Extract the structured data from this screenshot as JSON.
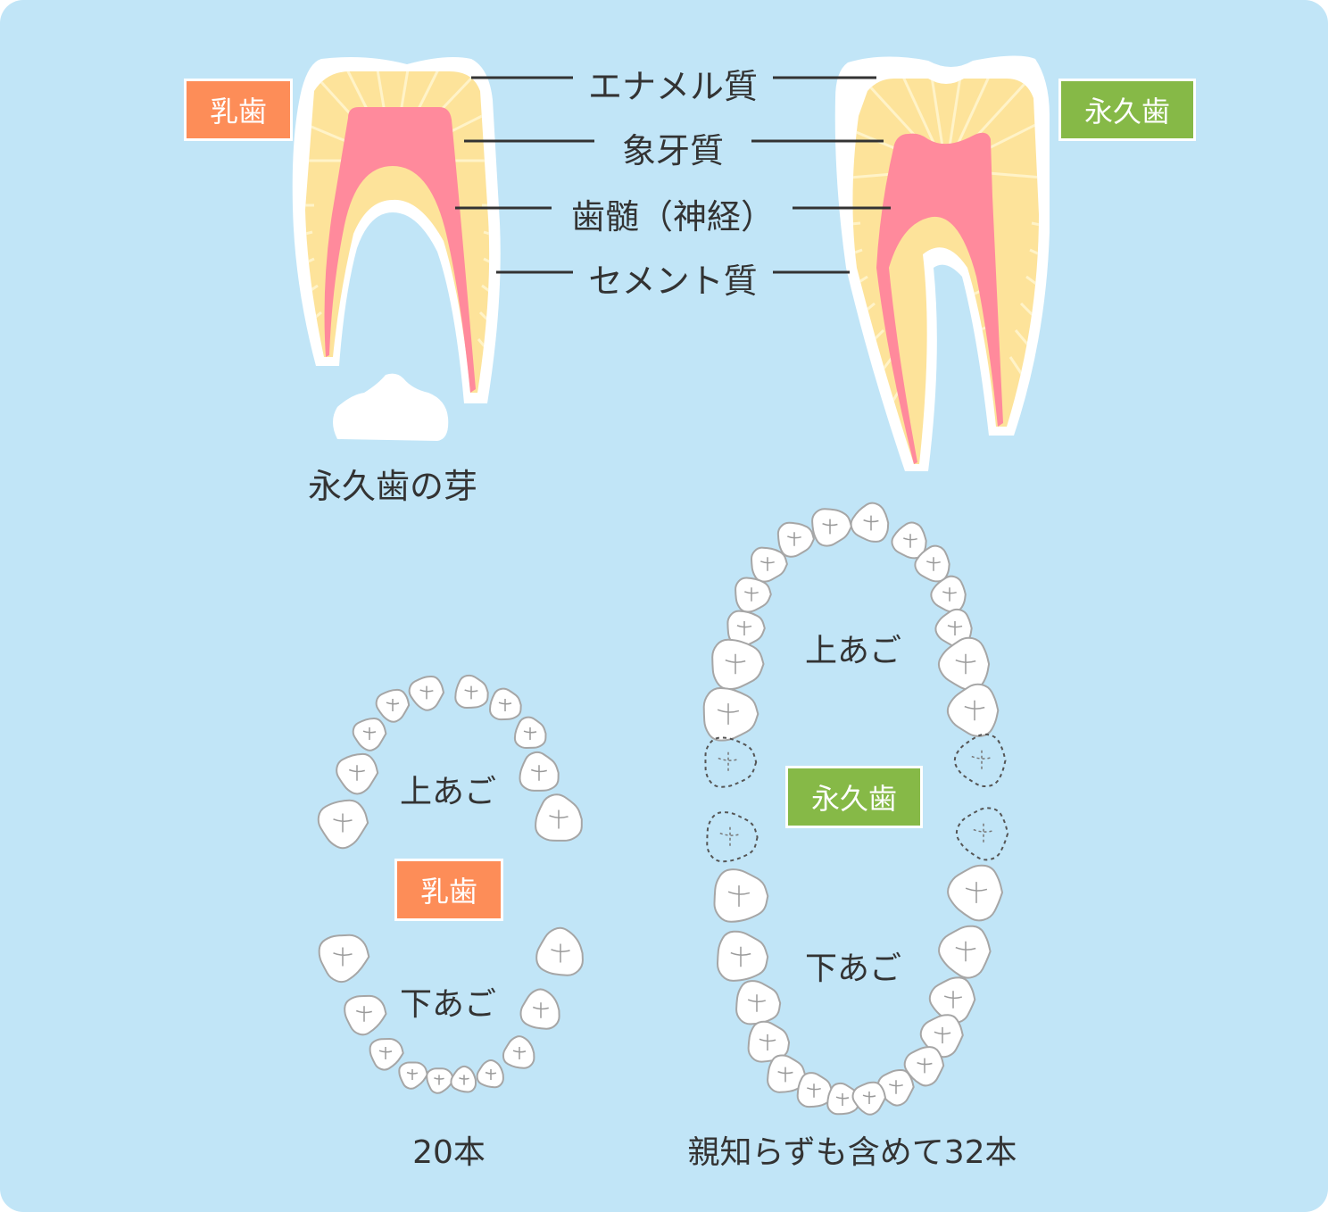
{
  "colors": {
    "background": "#c1e5f7",
    "enamel": "#ffffff",
    "dentin": "#fde39a",
    "dentin_stripe": "#fff3c8",
    "pulp": "#ff8a9c",
    "badge_primary": "#fd8d58",
    "badge_permanent": "#86b947",
    "text": "#333333",
    "tooth_outline": "#a6a6a6"
  },
  "top": {
    "badge_primary": "乳歯",
    "badge_permanent": "永久歯",
    "layers": [
      {
        "id": "enamel",
        "label": "エナメル質"
      },
      {
        "id": "dentin",
        "label": "象牙質"
      },
      {
        "id": "pulp",
        "label": "歯髄（神経）"
      },
      {
        "id": "cementum",
        "label": "セメント質"
      }
    ],
    "bud_label": "永久歯の芽"
  },
  "primary_arch": {
    "upper_label": "上あご",
    "lower_label": "下あご",
    "badge": "乳歯",
    "count_label": "20本"
  },
  "permanent_arch": {
    "upper_label": "上あご",
    "lower_label": "下あご",
    "badge": "永久歯",
    "count_label": "親知らずも含めて32本",
    "wisdom_teeth_icon": "dashed-outline-tooth-icon"
  }
}
